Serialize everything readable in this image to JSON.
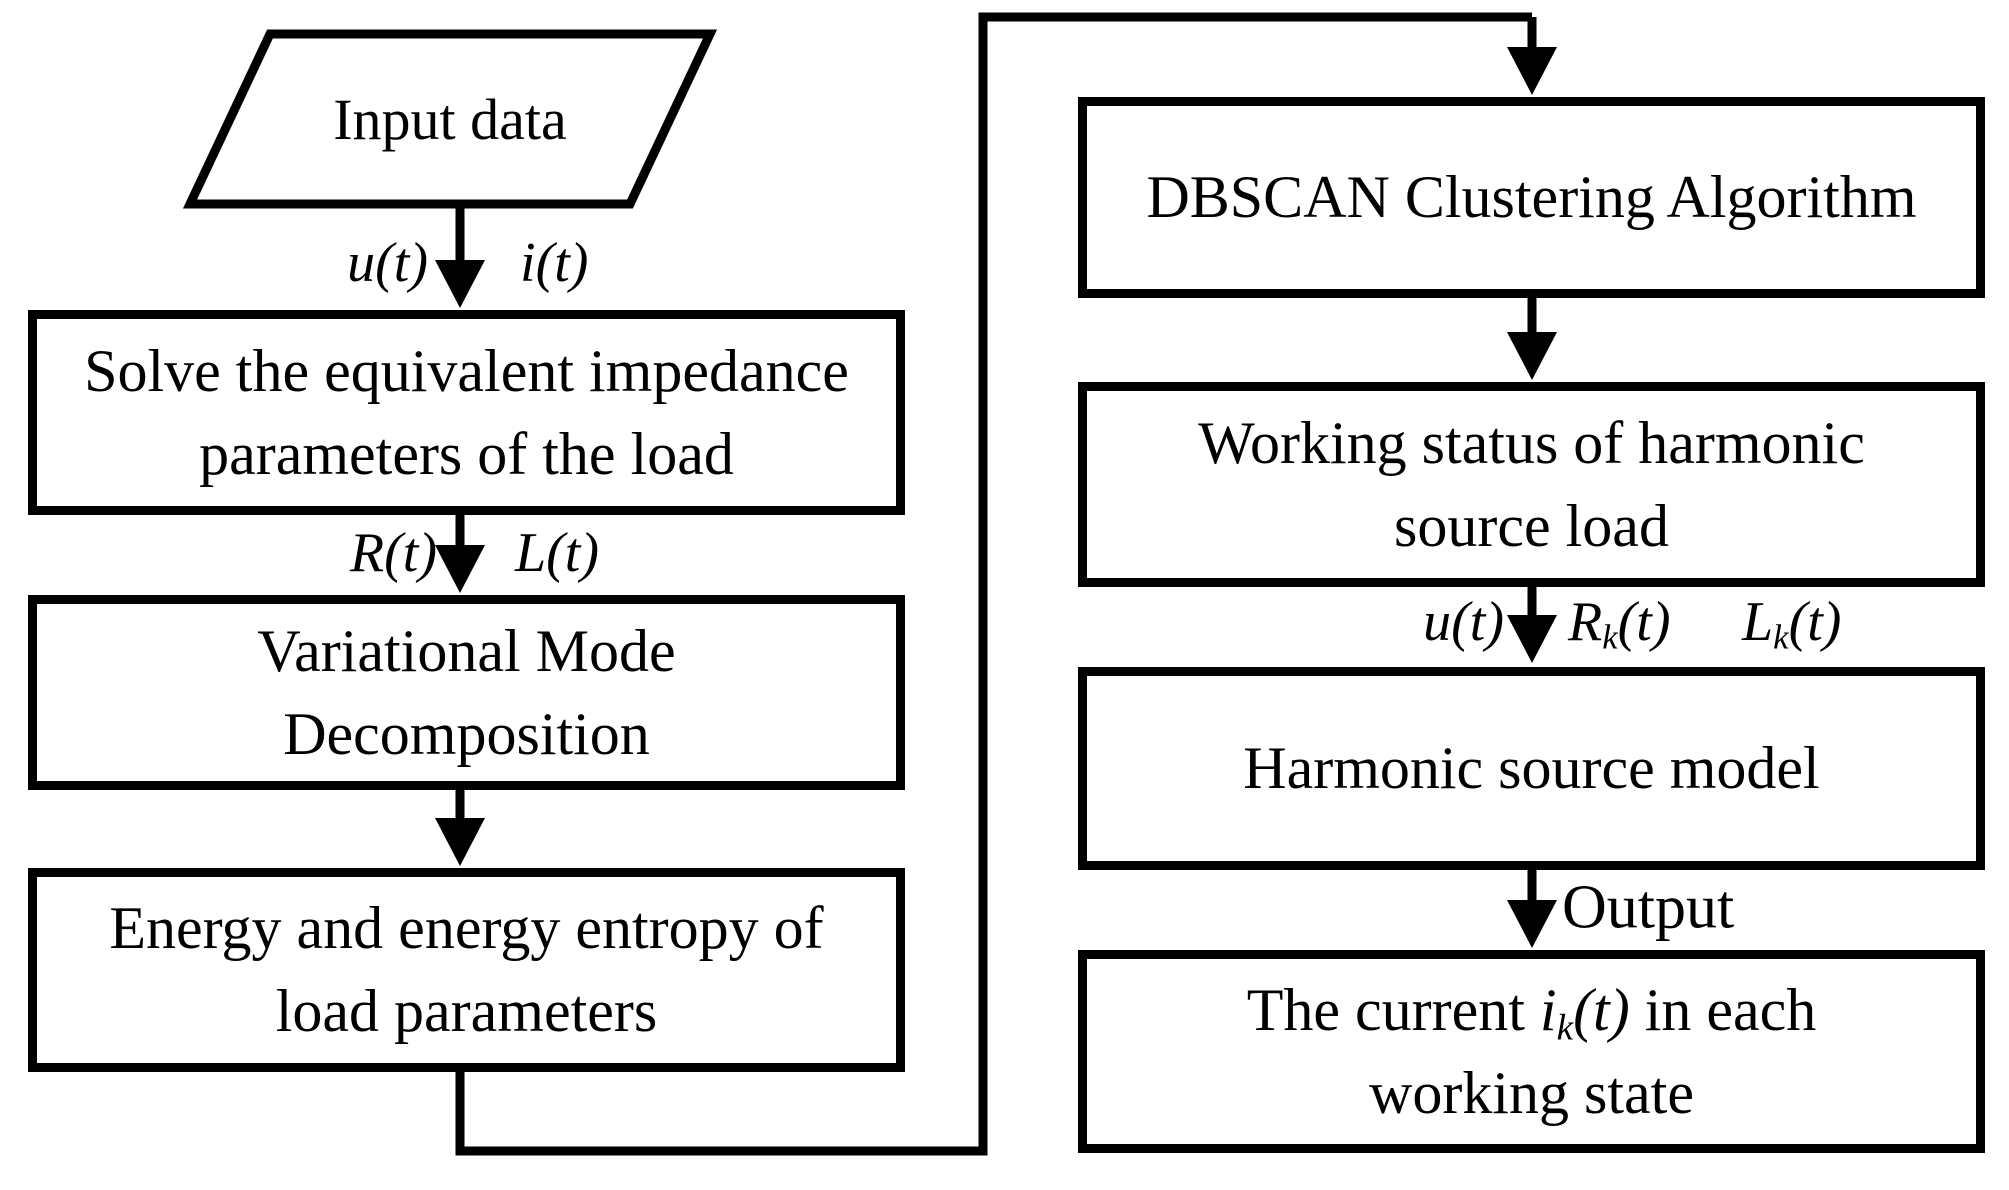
{
  "canvas": {
    "background_color": "#ffffff",
    "ink_color": "#000000",
    "kind": "flowchart"
  },
  "nodes": {
    "input": {
      "label": "Input data",
      "shape": "parallelogram"
    },
    "solve": {
      "line1": "Solve the equivalent impedance",
      "line2": "parameters of the load",
      "shape": "rectangle"
    },
    "vmd": {
      "line1": "Variational Mode",
      "line2": "Decomposition",
      "shape": "rectangle"
    },
    "energy": {
      "line1": "Energy and energy entropy of",
      "line2": "load parameters",
      "shape": "rectangle"
    },
    "dbscan": {
      "line1": "DBSCAN Clustering Algorithm",
      "shape": "rectangle"
    },
    "working": {
      "line1": "Working status of harmonic",
      "line2": "source load",
      "shape": "rectangle"
    },
    "model": {
      "line1": "Harmonic source model",
      "shape": "rectangle"
    },
    "current": {
      "pre": "The current ",
      "var": "i",
      "sub": "k",
      "arg": "(t)",
      "post": " in each",
      "line2": "working state",
      "shape": "rectangle"
    }
  },
  "edge_labels": {
    "u_t": {
      "var": "u",
      "arg": "(t)"
    },
    "i_t": {
      "var": "i",
      "arg": "(t)"
    },
    "R_t": {
      "var": "R",
      "arg": "(t)"
    },
    "L_t": {
      "var": "L",
      "arg": "(t)"
    },
    "u_t2": {
      "var": "u",
      "arg": "(t)"
    },
    "Rk_t": {
      "var": "R",
      "sub": "k",
      "arg": "(t)"
    },
    "Lk_t": {
      "var": "L",
      "sub": "k",
      "arg": "(t)"
    },
    "output": "Output"
  }
}
